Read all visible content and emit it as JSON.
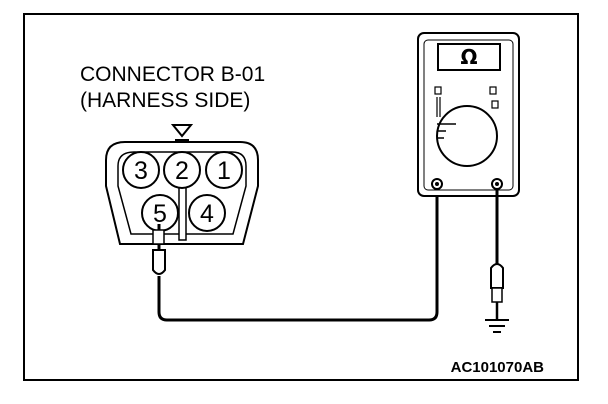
{
  "connector": {
    "label_line1": "CONNECTOR B-01",
    "label_line2": "(HARNESS SIDE)",
    "pins": [
      "3",
      "2",
      "1",
      "5",
      "4"
    ]
  },
  "meter": {
    "display": "Ω"
  },
  "figure_code": "AC101070AB"
}
